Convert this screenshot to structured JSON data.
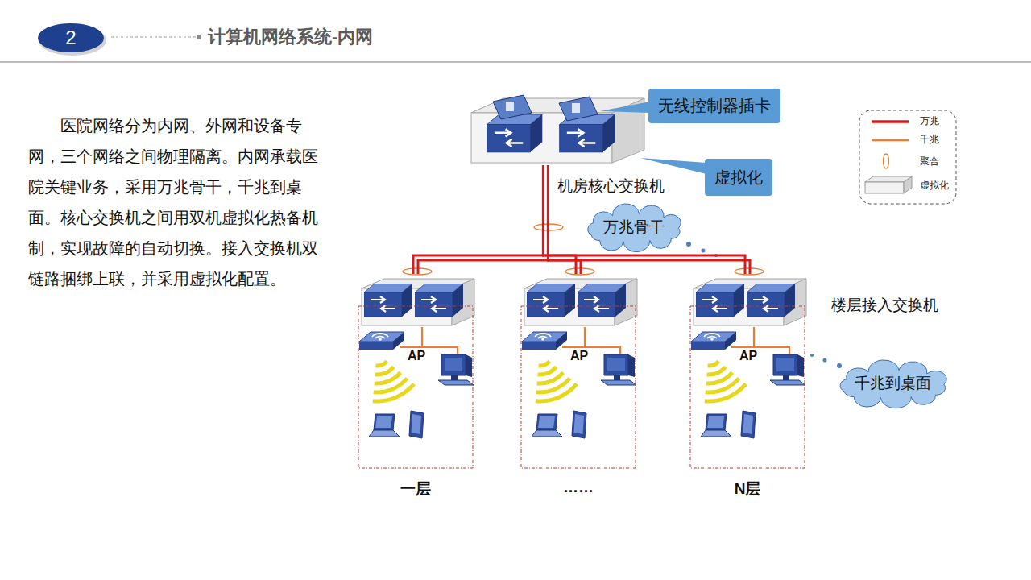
{
  "diagram": {
    "title": "计算机网络系统-内网",
    "nodes": [
      {
        "text": [
          "机房核心交换机"
        ]
      },
      {
        "text": [
          "无线控制器插卡"
        ]
      },
      {
        "text": [
          "虚拟化"
        ]
      },
      {
        "text": [
          "万兆骨干"
        ]
      },
      {
        "text": [
          "一层"
        ]
      },
      {
        "text": [
          "……"
        ]
      },
      {
        "text": [
          "N层"
        ]
      },
      {
        "text": [
          "千兆到桌面"
        ]
      }
    ],
    "edges": [
      {
        "from": 0,
        "to": 4,
        "arrow": "none"
      },
      {
        "from": 0,
        "to": 5,
        "arrow": "none"
      },
      {
        "from": 0,
        "to": 6,
        "arrow": "none"
      }
    ],
    "labels": [
      "2",
      "医院网络分为内网、外网和设备专网，三个网络之间物理隔离。内网承载医院关键业务，采用万兆骨干，千兆到桌面。核心交换机之间用双机虚拟化热备机制，实现故障的自动切换。接入交换机双链路捆绑上联，并采用虚拟化配置。",
      "楼层接入交换机",
      "AP",
      "AP",
      "AP"
    ],
    "legend": [
      {
        "text": "万兆"
      },
      {
        "text": "千兆"
      },
      {
        "text": "聚合"
      },
      {
        "text": "虚拟化"
      }
    ]
  }
}
